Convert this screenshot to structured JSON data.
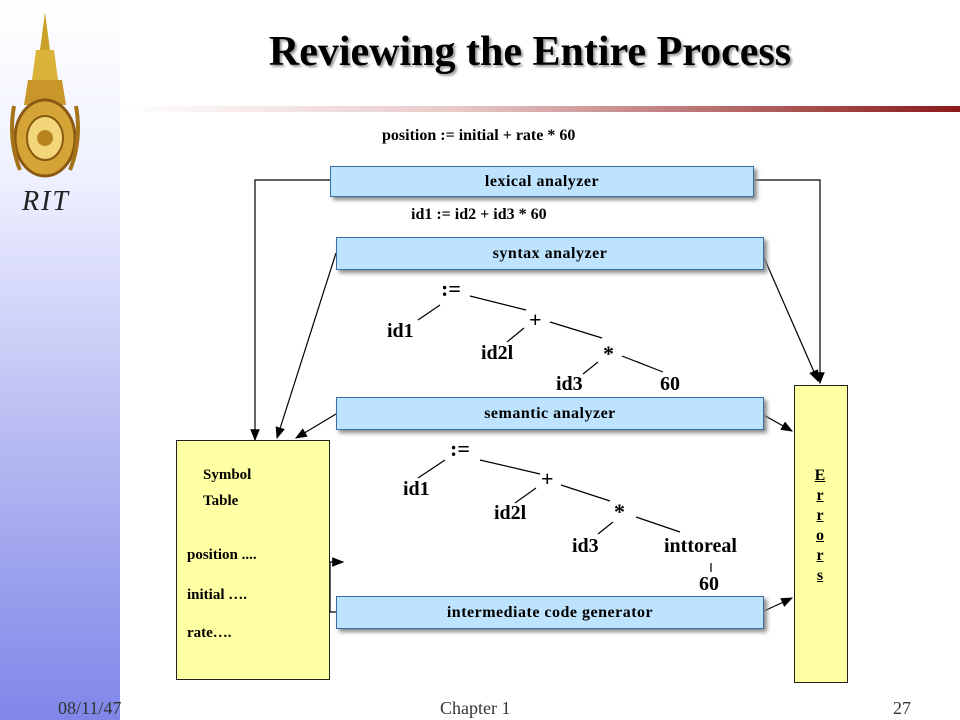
{
  "slide": {
    "title": "Reviewing the Entire Process",
    "logo_text": "RIT",
    "source_statement": "position   :=   initial  +  rate * 60",
    "token_statement": "id1  :=   id2  +  id3 * 60",
    "footer": {
      "date": "08/11/47",
      "chapter": "Chapter 1",
      "page": "27"
    }
  },
  "phases": {
    "lexical": "lexical analyzer",
    "syntax": "syntax analyzer",
    "semantic": "semantic analyzer",
    "intermediate": "intermediate code generator"
  },
  "tree1": {
    "assign": ":=",
    "plus": "+",
    "times": "*",
    "id1": "id1",
    "id2": "id2l",
    "id3": "id3",
    "num": "60"
  },
  "tree2": {
    "assign": ":=",
    "plus": "+",
    "times": "*",
    "id1": "id1",
    "id2": "id2l",
    "id3": "id3",
    "conv": "inttoreal",
    "num": "60"
  },
  "symbol_table": {
    "title_line1": "Symbol",
    "title_line2": "Table",
    "entries": [
      "position ....",
      "initial ….",
      "rate…."
    ]
  },
  "errors": {
    "letters": [
      "E",
      "r",
      "r",
      "o",
      "r",
      "s"
    ]
  }
}
